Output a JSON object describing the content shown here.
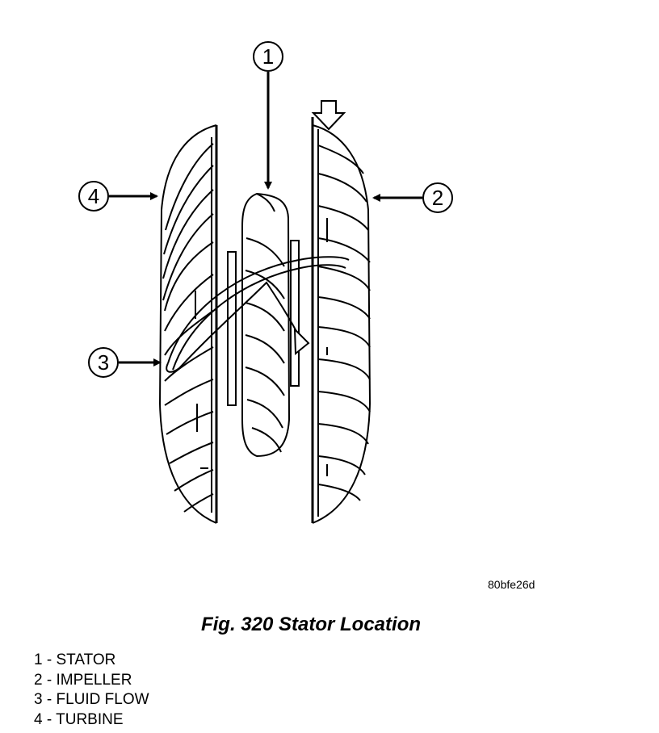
{
  "callouts": [
    {
      "number": "1"
    },
    {
      "number": "2"
    },
    {
      "number": "3"
    },
    {
      "number": "4"
    }
  ],
  "figure_code": "80bfe26d",
  "caption": "Fig. 320 Stator Location",
  "legend": [
    {
      "number": "1",
      "sep": " - ",
      "label": "STATOR"
    },
    {
      "number": "2",
      "sep": " - ",
      "label": "IMPELLER"
    },
    {
      "number": "3",
      "sep": " - ",
      "label": "FLUID FLOW"
    },
    {
      "number": "4",
      "sep": " - ",
      "label": "TURBINE"
    }
  ]
}
